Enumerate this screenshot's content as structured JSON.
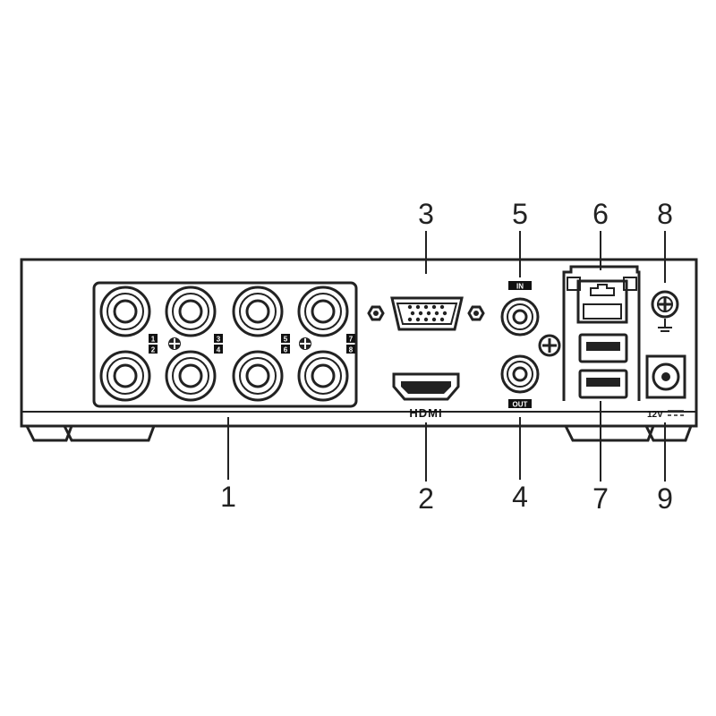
{
  "callouts": [
    {
      "label": "1"
    },
    {
      "label": "2"
    },
    {
      "label": "3"
    },
    {
      "label": "4"
    },
    {
      "label": "5"
    },
    {
      "label": "6"
    },
    {
      "label": "7"
    },
    {
      "label": "8"
    },
    {
      "label": "9"
    }
  ],
  "channels": [
    "1",
    "2",
    "3",
    "4",
    "5",
    "6",
    "7",
    "8"
  ],
  "labels": {
    "hdmi": "HDMI",
    "audio_in": "IN",
    "audio_out": "OUT",
    "power": "12V"
  },
  "icons": {
    "ground": "ground-screw-icon",
    "bnc": "bnc-connector-icon"
  }
}
